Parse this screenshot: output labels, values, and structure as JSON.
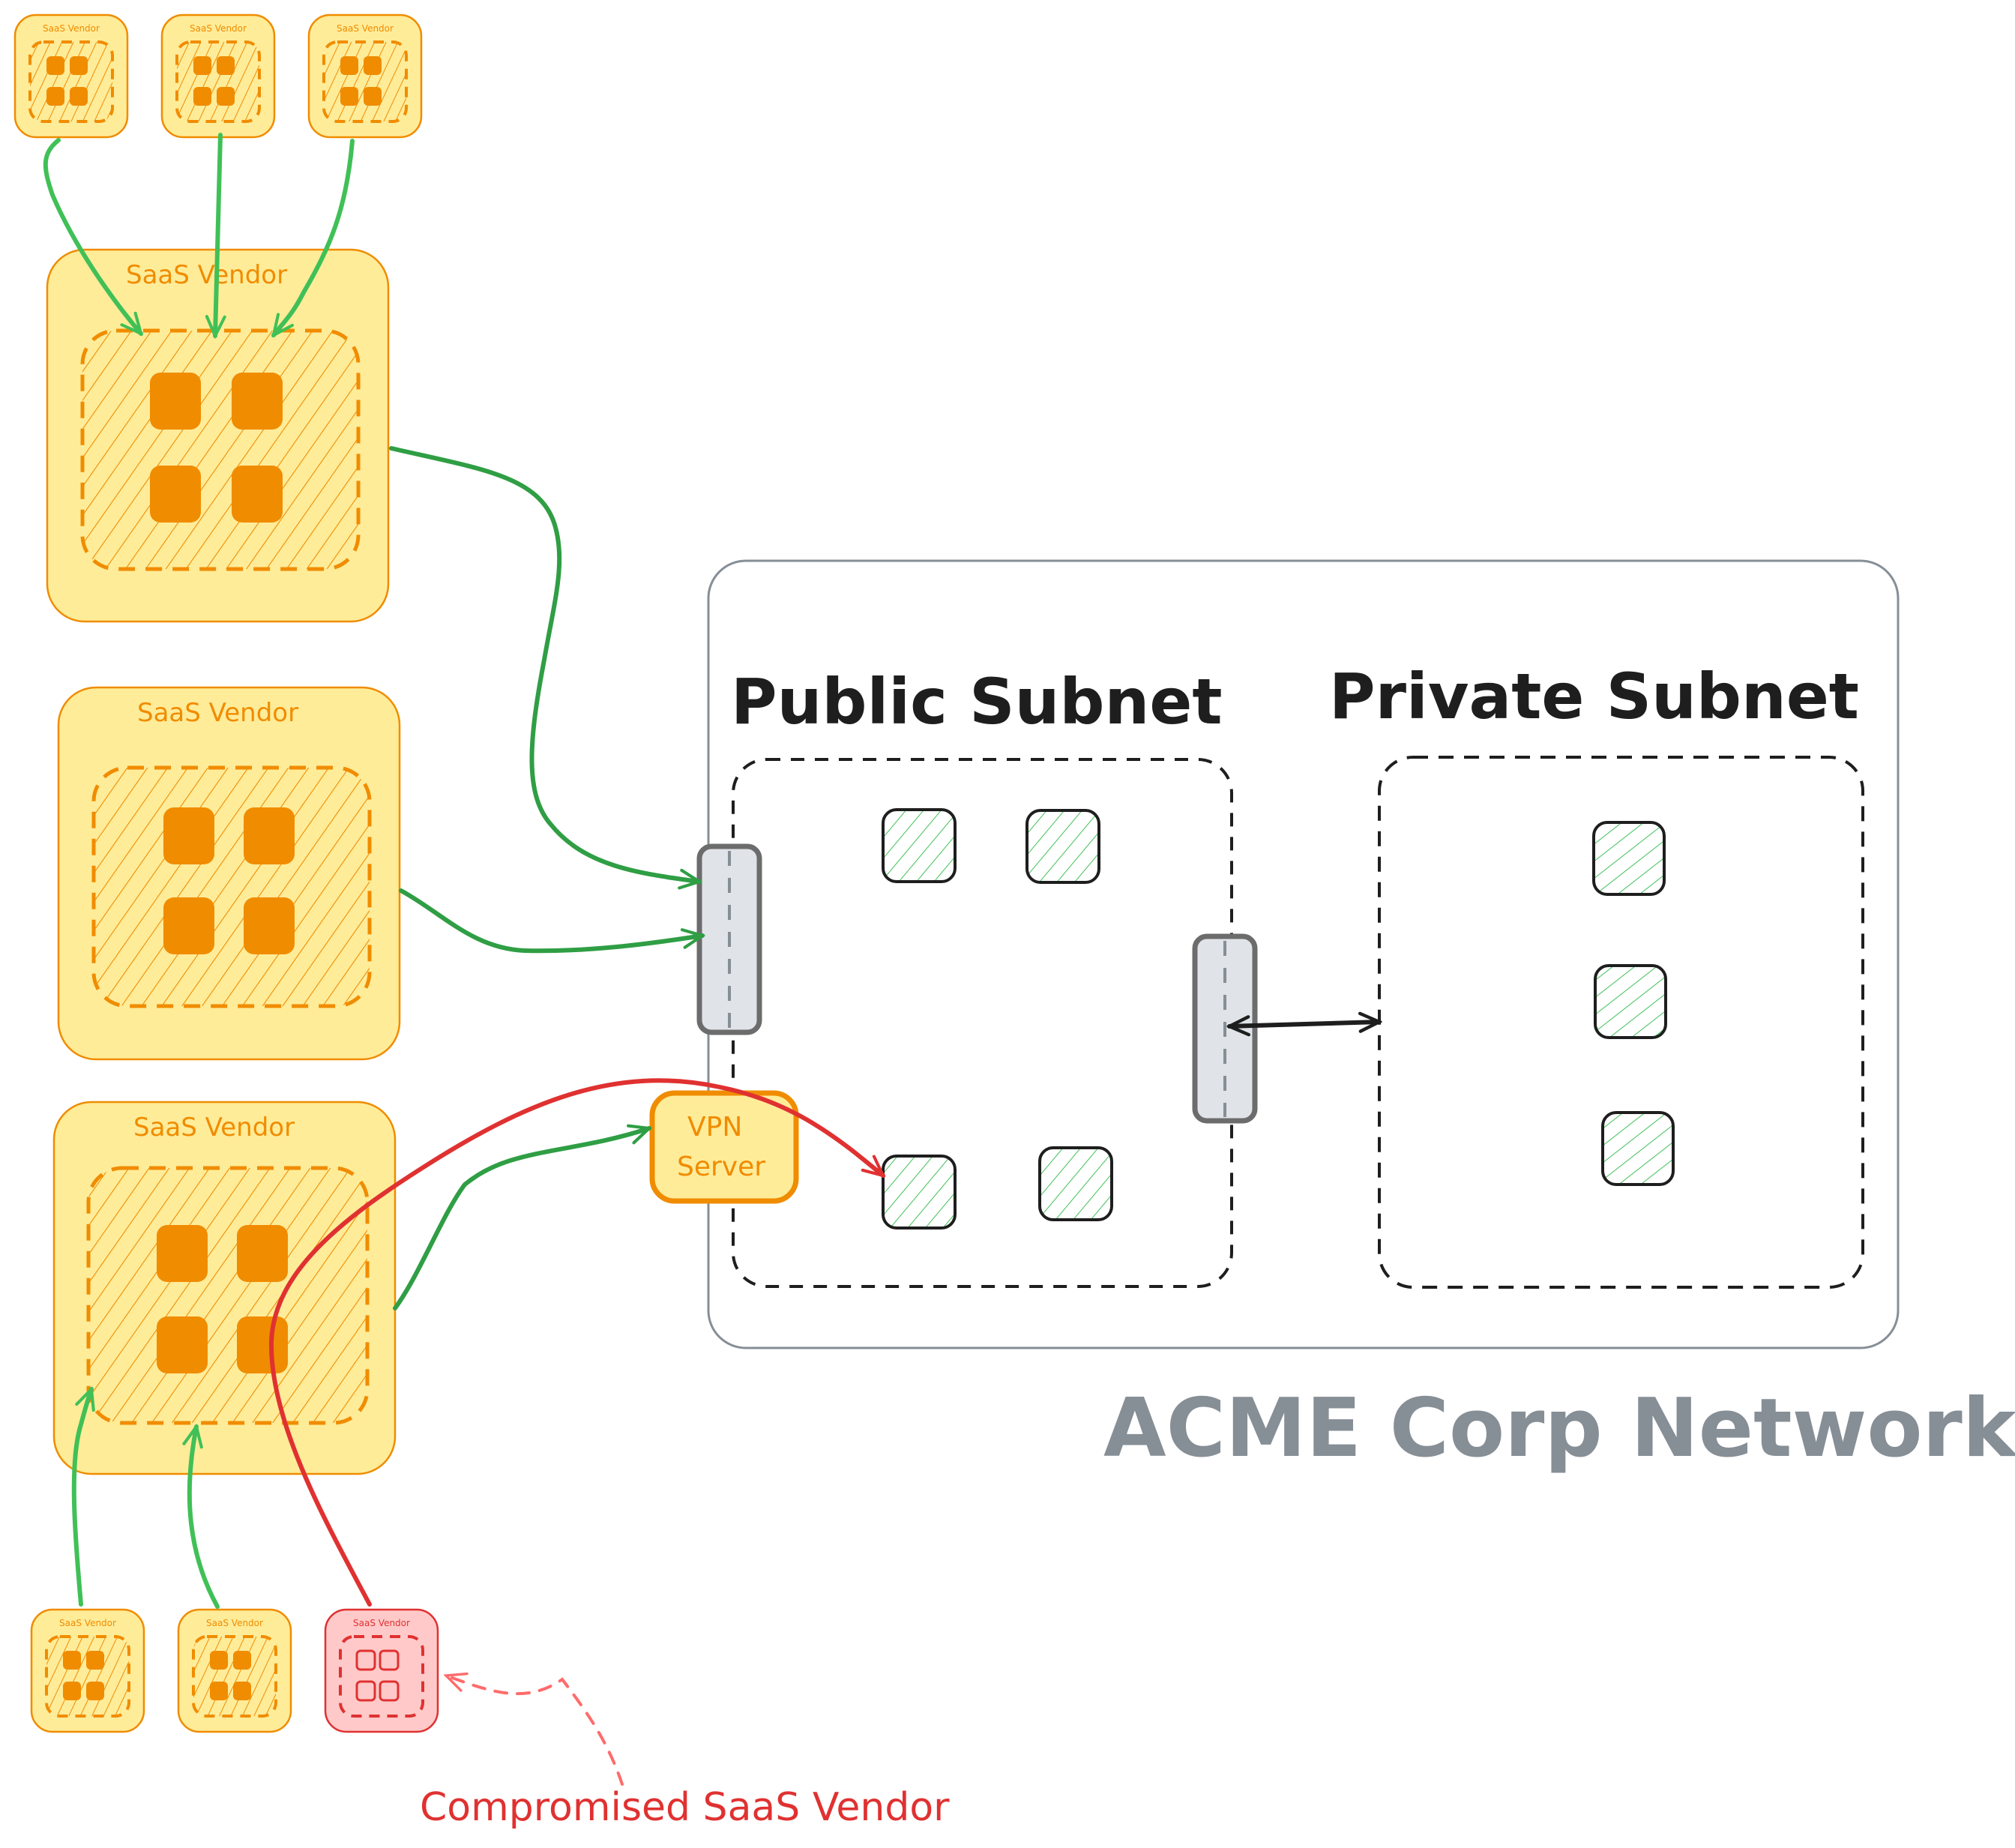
{
  "diagram": {
    "title": "ACME Corp Network",
    "colors": {
      "vendor_fill": "#ffec99",
      "vendor_stroke": "#f08c00",
      "compromised_fill": "#ffc9c9",
      "compromised_stroke": "#e03131",
      "network_stroke": "#868e96",
      "subnet_stroke": "#1e1e1e",
      "gateway_fill": "#e0e3e8",
      "gateway_stroke": "#6c6c6c",
      "host_hatch": "#40c057",
      "safe_arrow": "#2f9e44",
      "light_arrow": "#40c057",
      "attack_arrow": "#e03131",
      "annotation_arrow": "#ff6b6b",
      "bidirectional_arrow": "#1e1e1e"
    },
    "network": {
      "label": "ACME Corp Network",
      "subnets": [
        {
          "id": "public",
          "label": "Public Subnet",
          "host_count": 4
        },
        {
          "id": "private",
          "label": "Private Subnet",
          "host_count": 3
        }
      ],
      "vpn_server": {
        "label_line1": "VPN",
        "label_line2": "Server"
      },
      "gateways": [
        {
          "id": "public-ingress-gateway",
          "role": "public ingress"
        },
        {
          "id": "internal-gateway",
          "role": "public-to-private link"
        }
      ]
    },
    "vendors": {
      "large": [
        {
          "id": "vendor-large-top",
          "label": "SaaS Vendor"
        },
        {
          "id": "vendor-large-middle",
          "label": "SaaS Vendor"
        },
        {
          "id": "vendor-large-bottom",
          "label": "SaaS Vendor"
        }
      ],
      "small_top": [
        {
          "id": "vendor-small-top-1",
          "label": "SaaS Vendor"
        },
        {
          "id": "vendor-small-top-2",
          "label": "SaaS Vendor"
        },
        {
          "id": "vendor-small-top-3",
          "label": "SaaS Vendor"
        }
      ],
      "small_bottom": [
        {
          "id": "vendor-small-bottom-1",
          "label": "SaaS Vendor",
          "compromised": false
        },
        {
          "id": "vendor-small-bottom-2",
          "label": "SaaS Vendor",
          "compromised": false
        },
        {
          "id": "vendor-small-bottom-3",
          "label": "SaaS Vendor",
          "compromised": true
        }
      ]
    },
    "annotation": {
      "label": "Compromised SaaS Vendor"
    },
    "connections": [
      {
        "from": "vendor-small-top-1",
        "to": "vendor-large-top",
        "kind": "trusted"
      },
      {
        "from": "vendor-small-top-2",
        "to": "vendor-large-top",
        "kind": "trusted"
      },
      {
        "from": "vendor-small-top-3",
        "to": "vendor-large-top",
        "kind": "trusted"
      },
      {
        "from": "vendor-large-top",
        "to": "public-ingress-gateway",
        "kind": "trusted"
      },
      {
        "from": "vendor-large-middle",
        "to": "public-ingress-gateway",
        "kind": "trusted"
      },
      {
        "from": "vendor-large-bottom",
        "to": "vpn-server",
        "kind": "trusted"
      },
      {
        "from": "vendor-small-bottom-1",
        "to": "vendor-large-bottom",
        "kind": "trusted"
      },
      {
        "from": "vendor-small-bottom-2",
        "to": "vendor-large-bottom",
        "kind": "trusted"
      },
      {
        "from": "vendor-small-bottom-3",
        "to": "public-host-3",
        "kind": "attack"
      },
      {
        "from": "internal-gateway",
        "to": "private-subnet",
        "kind": "bidirectional"
      }
    ]
  }
}
